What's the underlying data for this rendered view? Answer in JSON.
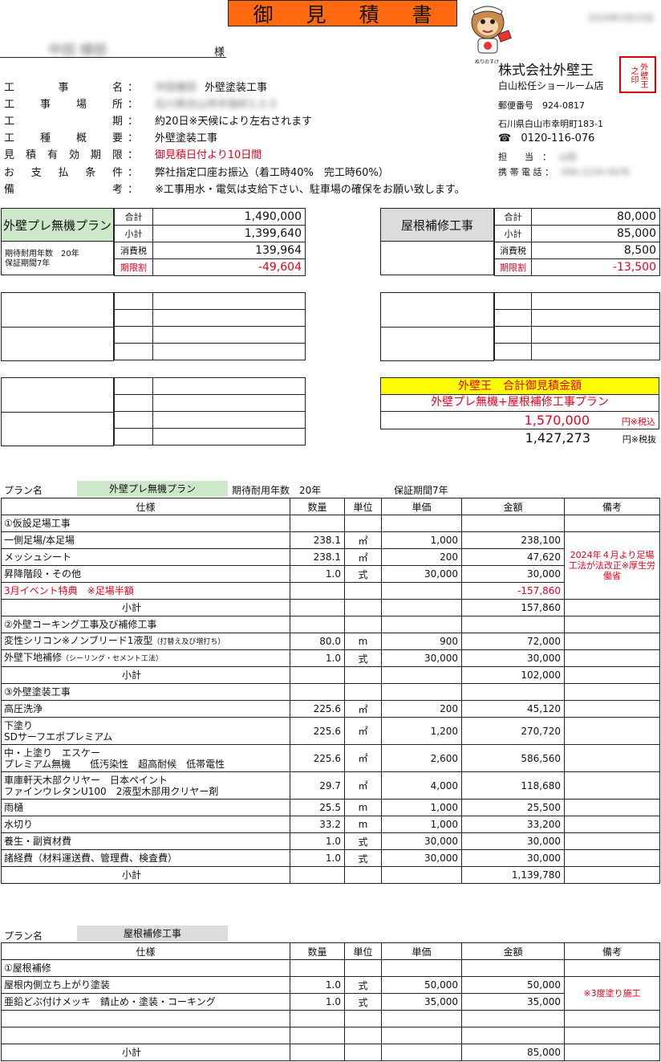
{
  "header": {
    "title_chars": [
      "御",
      "見",
      "積",
      "書"
    ],
    "date": "2024年3月15日",
    "customer_name": "中田 様邸",
    "honorific": "様"
  },
  "info": [
    {
      "label": "工事名",
      "chars": [
        "工",
        "事",
        "名"
      ],
      "blur": "中田様邸",
      "value": "外壁塗装工事",
      "red": false
    },
    {
      "label": "工事場所",
      "chars": [
        "工",
        "事",
        "場",
        "所"
      ],
      "blur": "石川県白山市中島町1-2-3",
      "value": "",
      "red": false
    },
    {
      "label": "工期",
      "chars": [
        "工",
        "期"
      ],
      "blur": "",
      "value": "約20日※天候により左右されます",
      "red": false
    },
    {
      "label": "工種概要",
      "chars": [
        "工",
        "種",
        "概",
        "要"
      ],
      "blur": "",
      "value": "外壁塗装工事",
      "red": false
    },
    {
      "label": "見積有効期限",
      "chars": [
        "見",
        "積",
        "有",
        "効",
        "期",
        "限"
      ],
      "blur": "",
      "value": "御見積日付より10日間",
      "red": true
    },
    {
      "label": "お支払条件",
      "chars": [
        "お",
        "支",
        "払",
        "条",
        "件"
      ],
      "blur": "",
      "value": "弊社指定口座お振込（着工時40%　完工時60%）",
      "red": false
    },
    {
      "label": "備考",
      "chars": [
        "備",
        "考"
      ],
      "blur": "",
      "value": "※工事用水・電気は支給下さい、駐車場の確保をお願い致します。",
      "red": false
    }
  ],
  "company": {
    "name": "株式会社外壁王",
    "branch": "白山松任ショールーム店",
    "postal": "郵便番号　924-0817",
    "address": "石川県白山市幸明町183-1",
    "phone_icon": "phone-icon",
    "phone": "0120-116-076",
    "staff_label": "担　　当　：",
    "staff": "山田",
    "mobile_label": "携 帯 電 話 ：",
    "mobile": "090-1234-5678",
    "seal_text": "外壁王之印",
    "mascot_caption": "ぬりのすけ"
  },
  "summary_left": {
    "plan": "外壁プレ無機プラン",
    "note1": "期待耐用年数　20年",
    "note2": "保証期間7年",
    "rows": [
      {
        "label": "合計",
        "value": "1,490,000",
        "red": false
      },
      {
        "label": "小計",
        "value": "1,399,640",
        "red": false
      },
      {
        "label": "消費税",
        "value": "139,964",
        "red": false
      },
      {
        "label": "期限割",
        "value": "-49,604",
        "red": true
      }
    ]
  },
  "summary_right": {
    "plan": "屋根補修工事",
    "rows": [
      {
        "label": "合計",
        "value": "80,000",
        "red": false
      },
      {
        "label": "小計",
        "value": "85,000",
        "red": false
      },
      {
        "label": "消費税",
        "value": "8,500",
        "red": false
      },
      {
        "label": "期限割",
        "value": "-13,500",
        "red": true
      }
    ]
  },
  "total_box": {
    "title": "外壁王　合計御見積金額",
    "subtitle": "外壁プレ無機+屋根補修工事プラン",
    "amount_incl": "1,570,000",
    "incl_label": "円※税込",
    "amount_excl": "1,427,273",
    "excl_label": "円※税抜"
  },
  "plan1": {
    "plan_label": "プラン名",
    "plan_name": "外壁プレ無機プラン",
    "years": "期待耐用年数　20年",
    "warranty": "保証期間7年",
    "headers": [
      "仕様",
      "数量",
      "単位",
      "単価",
      "金額",
      "備考"
    ],
    "remark": "2024年４月より足場工法が法改正※厚生労働省",
    "rows": [
      {
        "spec": "①仮設足場工事",
        "qty": "",
        "unit": "",
        "price": "",
        "amount": "",
        "type": "section"
      },
      {
        "spec": "一側足場/本足場",
        "qty": "238.1",
        "unit": "㎡",
        "price": "1,000",
        "amount": "238,100",
        "type": "item"
      },
      {
        "spec": "メッシュシート",
        "qty": "238.1",
        "unit": "㎡",
        "price": "200",
        "amount": "47,620",
        "type": "item"
      },
      {
        "spec": "昇降階段・その他",
        "qty": "1.0",
        "unit": "式",
        "price": "30,000",
        "amount": "30,000",
        "type": "item"
      },
      {
        "spec": "3月イベント特典　※足場半額",
        "qty": "",
        "unit": "",
        "price": "",
        "amount": "-157,860",
        "type": "red"
      },
      {
        "spec": "小計",
        "qty": "",
        "unit": "",
        "price": "",
        "amount": "157,860",
        "type": "subtotal"
      },
      {
        "spec": "②外壁コーキング工事及び補修工事",
        "qty": "",
        "unit": "",
        "price": "",
        "amount": "",
        "type": "section"
      },
      {
        "spec": "変性シリコン※ノンブリード1液型",
        "spec_small": "（打替え及び増打ち）",
        "qty": "80.0",
        "unit": "m",
        "price": "900",
        "amount": "72,000",
        "type": "item"
      },
      {
        "spec": "外壁下地補修",
        "spec_small": "（シーリング・セメント工法）",
        "qty": "1.0",
        "unit": "式",
        "price": "30,000",
        "amount": "30,000",
        "type": "item"
      },
      {
        "spec": "小計",
        "qty": "",
        "unit": "",
        "price": "",
        "amount": "102,000",
        "type": "subtotal"
      },
      {
        "spec": "③外壁塗装工事",
        "qty": "",
        "unit": "",
        "price": "",
        "amount": "",
        "type": "section"
      },
      {
        "spec": "高圧洗浄",
        "qty": "225.6",
        "unit": "㎡",
        "price": "200",
        "amount": "45,120",
        "type": "item"
      },
      {
        "spec": "下塗り",
        "spec2": "SDサーフエポプレミアム",
        "qty": "225.6",
        "unit": "㎡",
        "price": "1,200",
        "amount": "270,720",
        "type": "item2"
      },
      {
        "spec": "中・上塗り　エスケー",
        "spec2": "プレミアム無機　　低汚染性　超高耐候　低帯電性",
        "qty": "225.6",
        "unit": "㎡",
        "price": "2,600",
        "amount": "586,560",
        "type": "item2"
      },
      {
        "spec": "車庫軒天木部クリヤー　日本ペイント",
        "spec2": "ファインウレタンU100　2液型木部用クリヤー剤",
        "qty": "29.7",
        "unit": "㎡",
        "price": "4,000",
        "amount": "118,680",
        "type": "item2"
      },
      {
        "spec": "雨樋",
        "qty": "25.5",
        "unit": "m",
        "price": "1,000",
        "amount": "25,500",
        "type": "item"
      },
      {
        "spec": "水切り",
        "qty": "33.2",
        "unit": "m",
        "price": "1,000",
        "amount": "33,200",
        "type": "item"
      },
      {
        "spec": "養生・副資材費",
        "qty": "1.0",
        "unit": "式",
        "price": "30,000",
        "amount": "30,000",
        "type": "item"
      },
      {
        "spec": "諸経費（材料運送費、管理費、検査費）",
        "qty": "1.0",
        "unit": "式",
        "price": "30,000",
        "amount": "30,000",
        "type": "item"
      },
      {
        "spec": "小計",
        "qty": "",
        "unit": "",
        "price": "",
        "amount": "1,139,780",
        "type": "subtotal"
      }
    ]
  },
  "plan2": {
    "plan_label": "プラン名",
    "plan_name": "屋根補修工事",
    "headers": [
      "仕様",
      "数量",
      "単位",
      "単価",
      "金額",
      "備考"
    ],
    "remark": "※3度塗り施工",
    "rows": [
      {
        "spec": "①屋根補修",
        "qty": "",
        "unit": "",
        "price": "",
        "amount": "",
        "type": "section"
      },
      {
        "spec": "屋根内側立ち上がり塗装",
        "qty": "1.0",
        "unit": "式",
        "price": "50,000",
        "amount": "50,000",
        "type": "item"
      },
      {
        "spec": "亜鉛どぶ付けメッキ　錆止め・塗装・コーキング",
        "qty": "1.0",
        "unit": "式",
        "price": "35,000",
        "amount": "35,000",
        "type": "item"
      },
      {
        "spec": "",
        "qty": "",
        "unit": "",
        "price": "",
        "amount": "",
        "type": "item"
      },
      {
        "spec": "",
        "qty": "",
        "unit": "",
        "price": "",
        "amount": "",
        "type": "item"
      },
      {
        "spec": "小計",
        "qty": "",
        "unit": "",
        "price": "",
        "amount": "85,000",
        "type": "subtotal"
      }
    ]
  },
  "colors": {
    "title_bg": "#ff6a10",
    "plan1_bg": "#cde8c8",
    "plan2_bg": "#dcdcdc",
    "total_bg": "#ffff00",
    "red": "#e8001c"
  }
}
